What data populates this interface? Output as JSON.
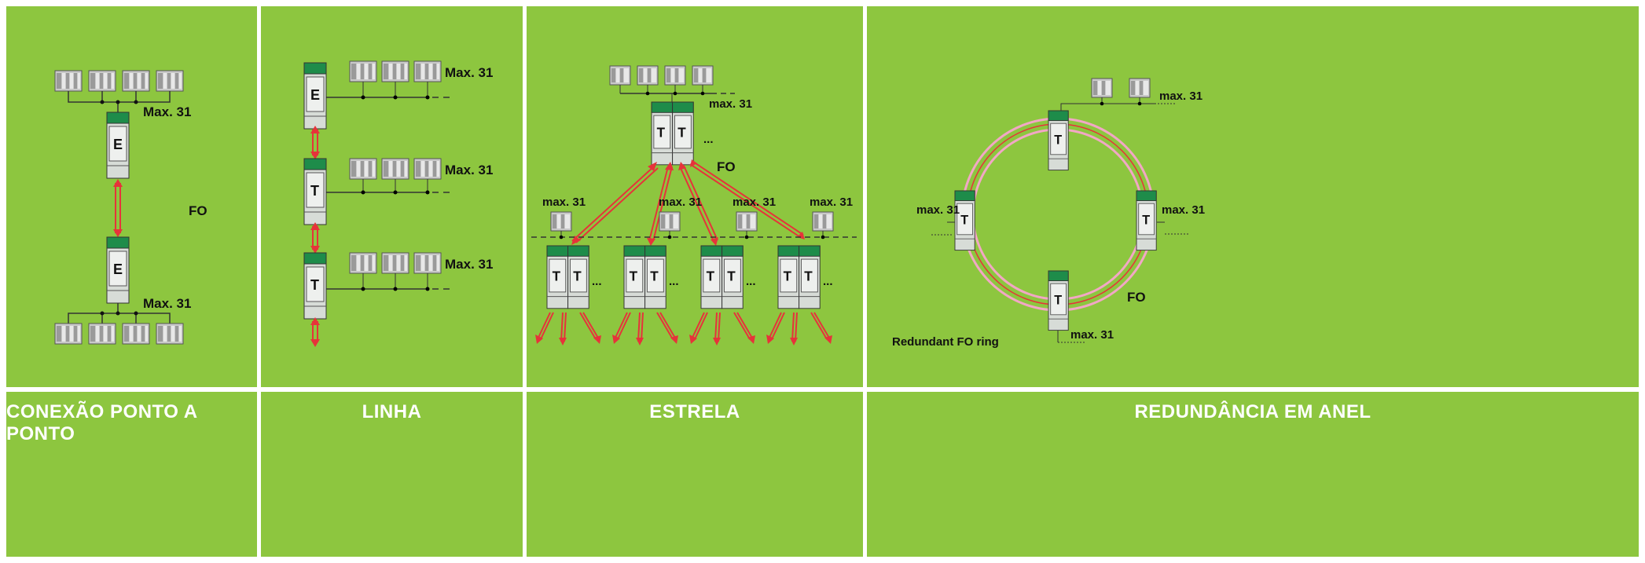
{
  "captions": {
    "p2p": "CONEXÃO PONTO A PONTO",
    "line": "LINHA",
    "star": "ESTRELA",
    "ring": "REDUNDÂNCIA EM ANEL"
  },
  "labels": {
    "max_cap": "Max. 31",
    "max_low": "max. 31",
    "fo": "FO",
    "redundant_ring": "Redundant FO ring",
    "ellipsis": "...",
    "device_e": "E",
    "device_t": "T"
  },
  "colors": {
    "panel_green": "#8dc63f",
    "device_green": "#1e8c4a",
    "fiber_red": "#e6333a",
    "ring_pink": "#f2a7c5"
  }
}
